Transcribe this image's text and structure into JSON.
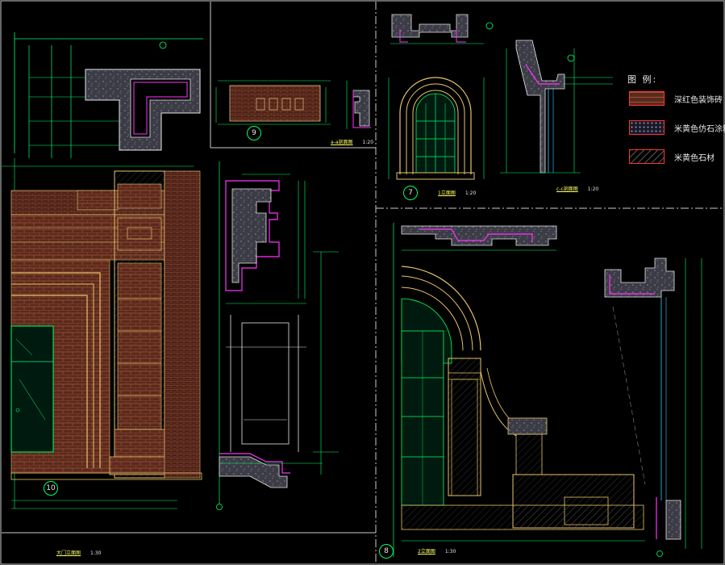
{
  "legend": {
    "title": "图 例:",
    "items": [
      {
        "label": "深红色装饰砖",
        "color": "#ff3333",
        "pattern": "brick"
      },
      {
        "label": "米黄色仿石涂料",
        "color": "#ff3333",
        "pattern": "dots"
      },
      {
        "label": "米黄色石材",
        "color": "#ff3333",
        "pattern": "hatch"
      }
    ]
  },
  "views": {
    "v9": {
      "number": "9",
      "caption": "a-a剖面图",
      "scale": "1:20"
    },
    "v7": {
      "number": "7",
      "caption": "1立面图",
      "scale": "1:20"
    },
    "v7_section": {
      "caption": "c-c剖面图",
      "scale": "1:20"
    },
    "v10": {
      "number": "10"
    },
    "v10_caption": {
      "caption": "大门立面图",
      "scale": "1:30"
    },
    "v8": {
      "number": "8",
      "caption": "2立面图",
      "scale": "1:30"
    }
  },
  "colors": {
    "background": "#000000",
    "line_green": "#00ff66",
    "line_white": "#e8e8e8",
    "line_yellow": "#e8c46a",
    "line_magenta": "#ff33ff",
    "line_cyan": "#33ccff",
    "brick_red": "#a0523a",
    "hatch": "#aaaaaa"
  }
}
